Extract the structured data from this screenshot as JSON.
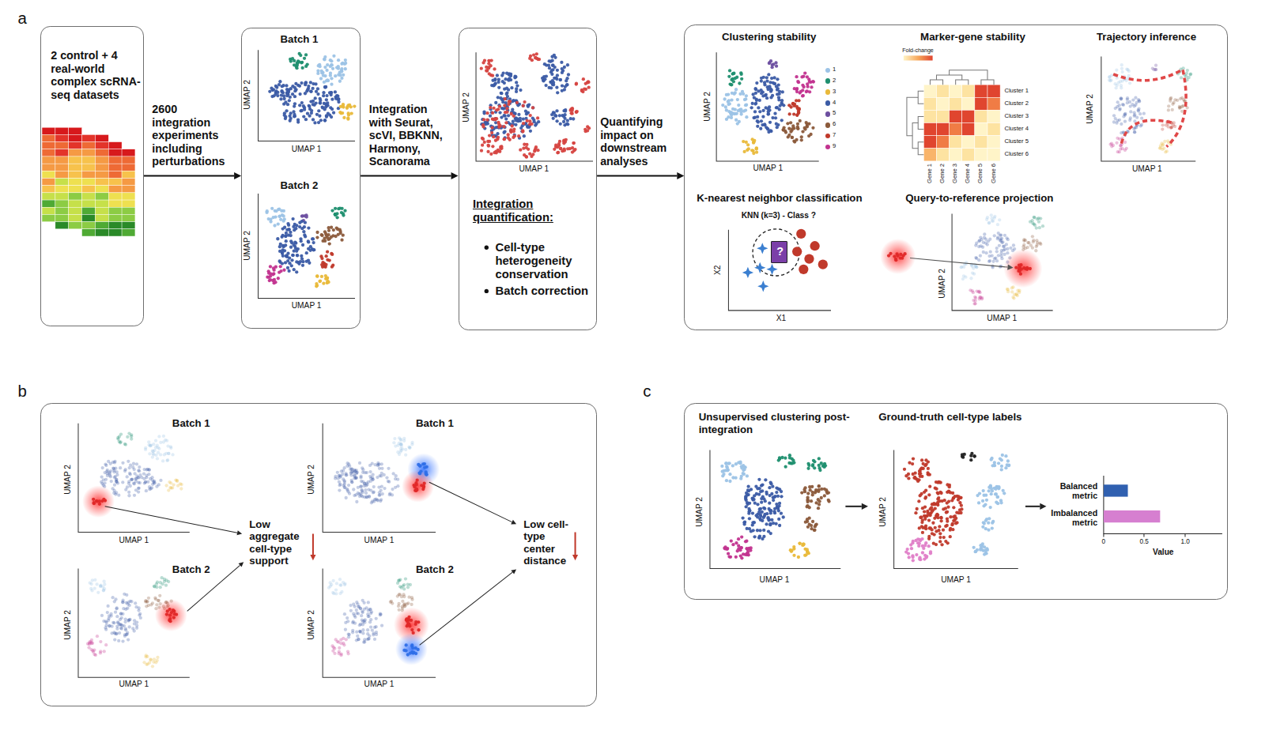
{
  "diagram": {
    "nodes": [
      {
        "text": [
          "2 control + 4 real-world complex scRNA-seq datasets"
        ]
      },
      {
        "text": [
          "Batch 1",
          "Batch 2"
        ]
      },
      {
        "text": [
          "Integration quantification:",
          "Cell-type heterogeneity conservation",
          "Batch correction"
        ]
      },
      {
        "text": [
          "Clustering stability",
          "Marker-gene stability",
          "Trajectory inference",
          "K-nearest neighbor classification",
          "Query-to-reference projection"
        ]
      },
      {
        "text": [
          "?"
        ],
        "in": 3
      },
      {
        "text": [
          "Batch 1",
          "Batch 2",
          "Batch 1",
          "Batch 2",
          "Low aggregate cell-type support",
          "Low cell-type center distance"
        ]
      },
      {
        "text": [
          "Unsupervised clustering post-integration",
          "Ground-truth cell-type labels"
        ]
      }
    ],
    "edges": [
      {
        "from": 0,
        "to": 1,
        "arrow": "to",
        "label": "2600 integration experiments including perturbations"
      },
      {
        "from": 1,
        "to": 2,
        "arrow": "to",
        "label": "Integration with Seurat, scVI, BBKNN, Harmony, Scanorama"
      },
      {
        "from": 2,
        "to": 3,
        "arrow": "to",
        "label": "Quantifying impact on downstream analyses"
      }
    ],
    "labels": [
      "a",
      "UMAP 2",
      "UMAP 1",
      "UMAP 2",
      "UMAP 1",
      "UMAP 2",
      "UMAP 1",
      "UMAP 2",
      "UMAP 1",
      "Fold-change",
      "Cluster 1",
      "Cluster 2",
      "Cluster 3",
      "Cluster 4",
      "Cluster 5",
      "Cluster 6",
      "Gene 1",
      "Gene 2",
      "Gene 3",
      "Gene 4",
      "Gene 5",
      "Gene 6",
      "UMAP 2",
      "UMAP 1",
      "KNN (k=3) - Class ?",
      "X2",
      "X1",
      "UMAP 2",
      "UMAP 1",
      "b",
      "UMAP 2",
      "UMAP 1",
      "UMAP 2",
      "UMAP 1",
      "UMAP 2",
      "UMAP 1",
      "UMAP 2",
      "UMAP 1",
      "c",
      "UMAP 2",
      "UMAP 1",
      "UMAP 2",
      "UMAP 1",
      "Balanced metric",
      "Imbalanced metric",
      "0",
      "0.5",
      "1.0",
      "Value"
    ],
    "legend": [
      {
        "text": "1",
        "color": "#9cc3e6"
      },
      {
        "text": "2",
        "color": "#1f8f6f"
      },
      {
        "text": "3",
        "color": "#e9b93a"
      },
      {
        "text": "4",
        "color": "#3b5ba5"
      },
      {
        "text": "5",
        "color": "#6d4fa0"
      },
      {
        "text": "6",
        "color": "#8b5a3b"
      },
      {
        "text": "7",
        "color": "#c0392b"
      },
      {
        "text": "9",
        "color": "#c2338f"
      }
    ]
  }
}
